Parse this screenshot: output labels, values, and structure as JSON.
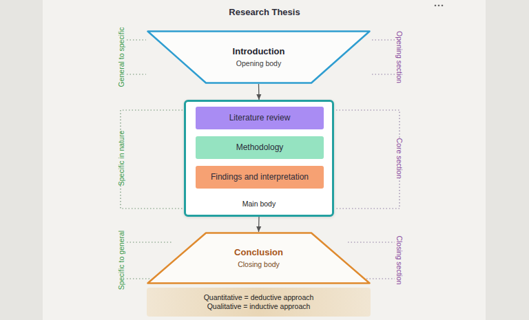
{
  "diagram": {
    "title": "Research Thesis",
    "nodes": [
      {
        "text": [
          "Introduction",
          "Opening body"
        ]
      },
      {
        "text": [
          "Main body"
        ]
      },
      {
        "text": [
          "Literature review"
        ],
        "in": 1
      },
      {
        "text": [
          "Methodology"
        ],
        "in": 1
      },
      {
        "text": [
          "Findings and interpretation"
        ],
        "in": 1
      },
      {
        "text": [
          "Conclusion",
          "Closing body"
        ]
      },
      {
        "text": [
          "Quantitative = deductive approach",
          "Qualitative = inductive approach"
        ]
      }
    ],
    "edges": [
      {
        "from": 0,
        "to": 1,
        "arrow": "to"
      },
      {
        "from": 1,
        "to": 5,
        "arrow": "to"
      }
    ],
    "labels": [
      "General to specific",
      "Opening section",
      "Specific in nature",
      "Core section",
      "Specific to general",
      "Closing section"
    ]
  }
}
